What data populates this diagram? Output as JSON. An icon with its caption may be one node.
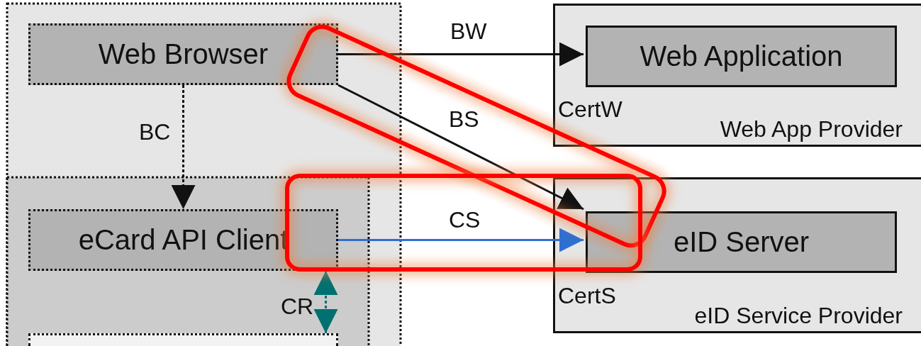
{
  "diagram": {
    "nodes": [
      {
        "text": [
          "Web Browser"
        ]
      },
      {
        "text": [
          "CertW",
          "Web App Provider"
        ]
      },
      {
        "text": [
          "Web Application"
        ],
        "in": 1
      },
      {
        "text": [
          "eCard API Client"
        ]
      },
      {
        "text": [
          "CertS",
          "eID Service Provider"
        ]
      },
      {
        "text": [
          "eID Server"
        ],
        "in": 4
      },
      {
        "text": [],
        "shape": "box"
      }
    ],
    "edges": [
      {
        "from": 0,
        "to": 2,
        "arrow": "to",
        "label": "BW"
      },
      {
        "from": 0,
        "to": 5,
        "arrow": "to",
        "label": "BS"
      },
      {
        "from": 0,
        "to": 3,
        "arrow": "to",
        "label": "BC",
        "style": "dashed"
      },
      {
        "from": 3,
        "to": 5,
        "arrow": "to",
        "label": "CS",
        "color": "#2f6fd0"
      },
      {
        "from": 3,
        "to": 6,
        "arrow": "both",
        "label": "CR",
        "style": "dashed",
        "color": "#007070"
      }
    ]
  }
}
